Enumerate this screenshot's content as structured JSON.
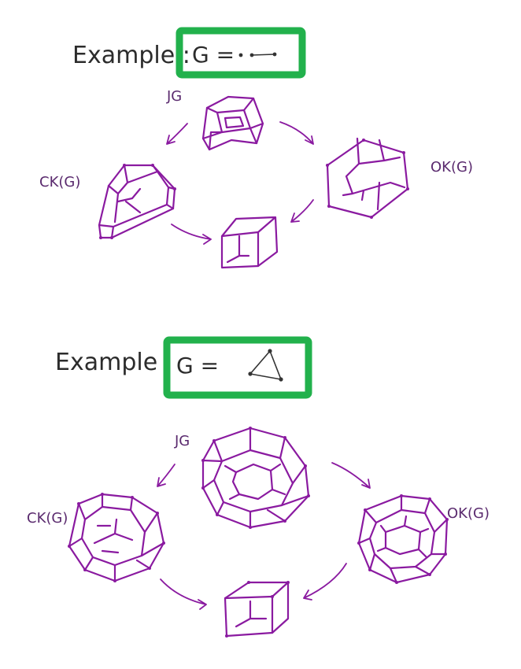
{
  "examples": [
    {
      "heading": "Example :",
      "graph_label": "G =",
      "graph_kind": "path-graph-with-isolated-vertex",
      "polytopes": {
        "top": "JG",
        "left": "CK(G)",
        "right": "OK(G)"
      }
    },
    {
      "heading": "Example :",
      "graph_label": "G =",
      "graph_kind": "triangle-graph",
      "polytopes": {
        "top": "JG",
        "left": "CK(G)",
        "right": "OK(G)"
      }
    }
  ],
  "colors": {
    "ink": "#2c2c2c",
    "polytope": "#8a1aa0",
    "highlight_box": "#22b14c",
    "background": "#ffffff"
  }
}
